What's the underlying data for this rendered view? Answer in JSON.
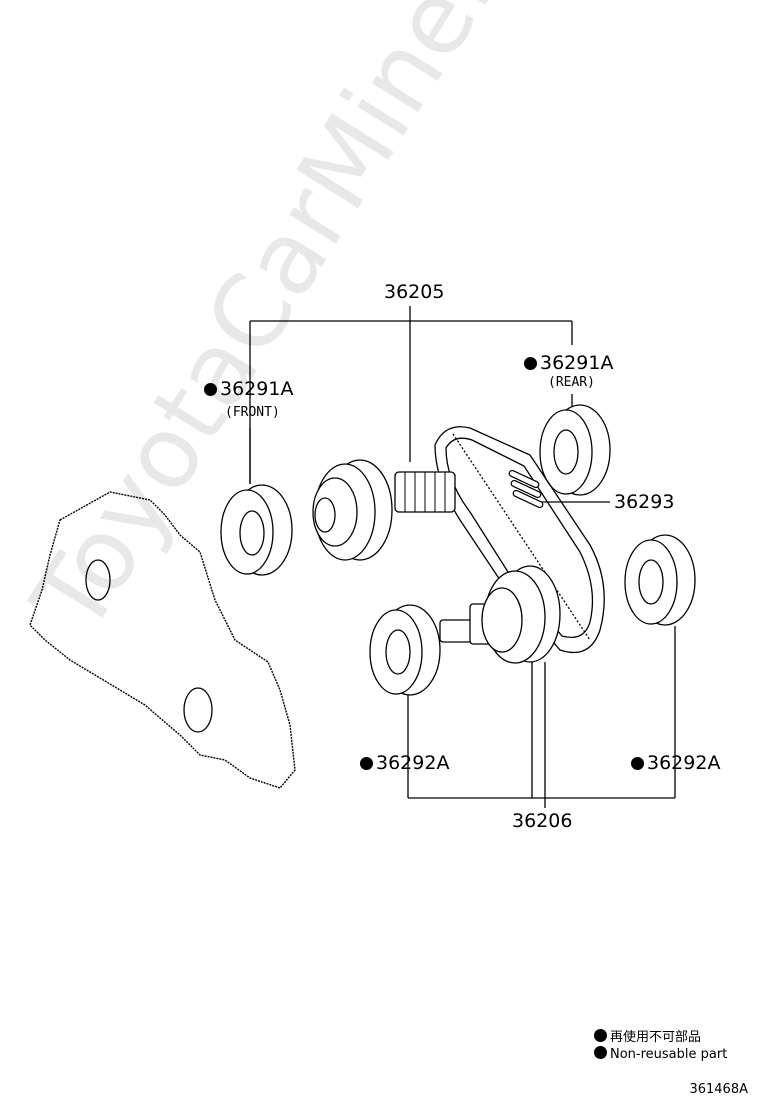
{
  "parts": {
    "drive_sprocket": "36205",
    "bearing_front": "36291A",
    "bearing_front_note": "(FRONT)",
    "bearing_rear": "36291A",
    "bearing_rear_note": "(REAR)",
    "chain": "36293",
    "bearing_left_lower": "36292A",
    "bearing_right_lower": "36292A",
    "driven_sprocket": "36206"
  },
  "legend": {
    "japanese": "再使用不可部品",
    "english": "Non-reusable part"
  },
  "watermark": "ToyotaCarMine.ru",
  "diagram_number": "361468A"
}
